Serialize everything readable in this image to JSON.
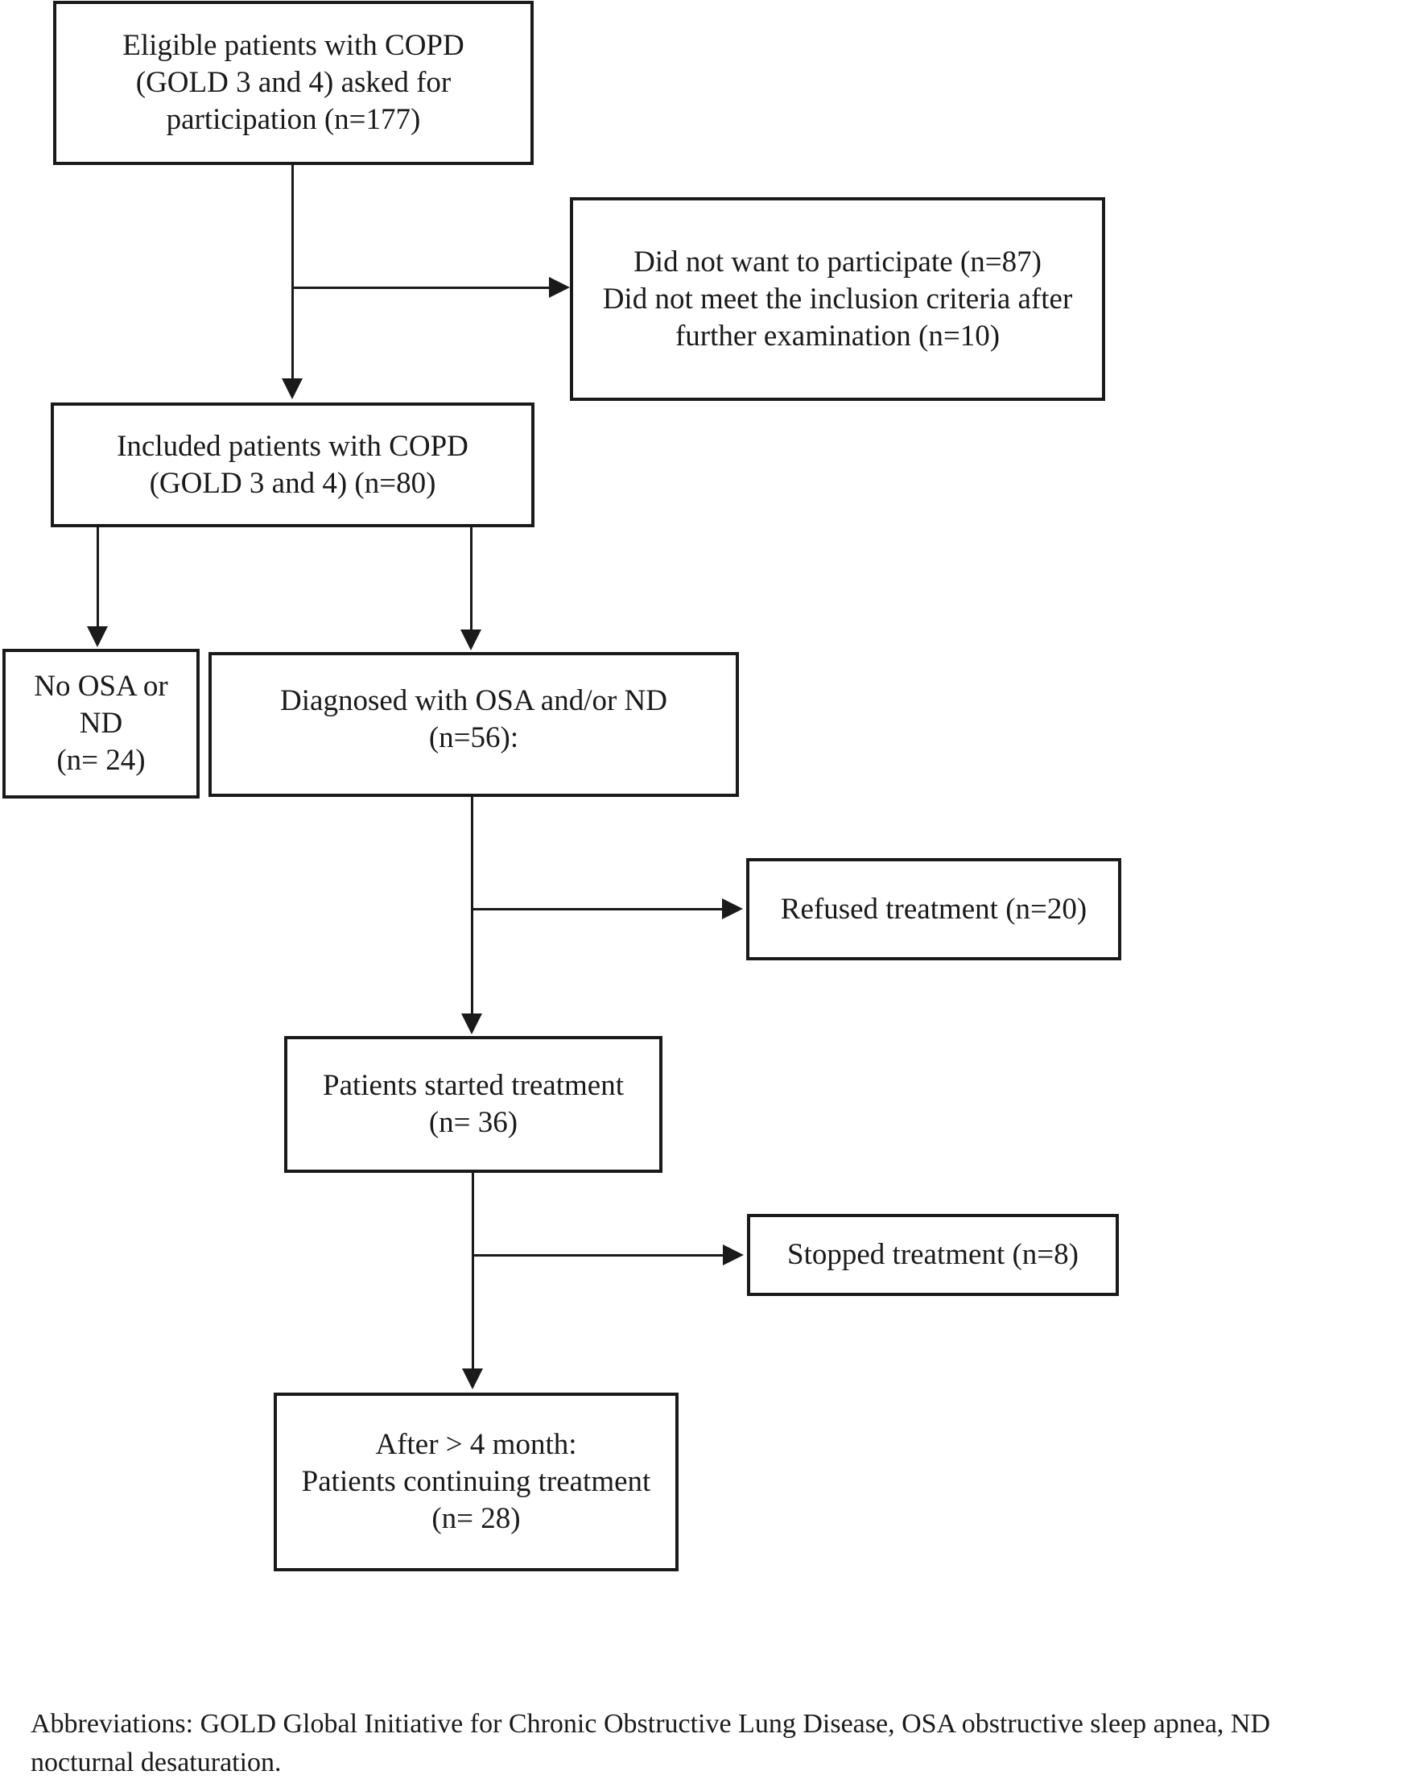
{
  "flowchart": {
    "colors": {
      "ink": "#1a1a1a",
      "background": "#ffffff"
    },
    "boxes": {
      "eligible": {
        "lines": [
          "Eligible patients with COPD",
          "(GOLD 3 and 4) asked for",
          "participation (n=177)"
        ]
      },
      "declined": {
        "lines": [
          "Did not want to participate (n=87)",
          "Did not meet the inclusion criteria after",
          "further examination (n=10)"
        ]
      },
      "included": {
        "lines": [
          "Included patients with COPD",
          "(GOLD 3 and 4) (n=80)"
        ]
      },
      "no_osa": {
        "lines": [
          "No OSA or",
          "ND",
          "(n= 24)"
        ]
      },
      "diagnosed": {
        "lines": [
          "Diagnosed with OSA and/or ND",
          "(n=56):"
        ]
      },
      "refused": {
        "lines": [
          "Refused treatment (n=20)"
        ]
      },
      "started": {
        "lines": [
          "Patients started treatment",
          "(n= 36)"
        ]
      },
      "stopped": {
        "lines": [
          "Stopped treatment (n=8)"
        ]
      },
      "continuing": {
        "lines": [
          "After > 4 month:",
          "Patients continuing treatment",
          "(n= 28)"
        ]
      }
    },
    "footnote": {
      "line1": "Abbreviations: GOLD Global Initiative for Chronic Obstructive Lung Disease, OSA obstructive sleep apnea, ND",
      "line2": "nocturnal desaturation."
    }
  }
}
